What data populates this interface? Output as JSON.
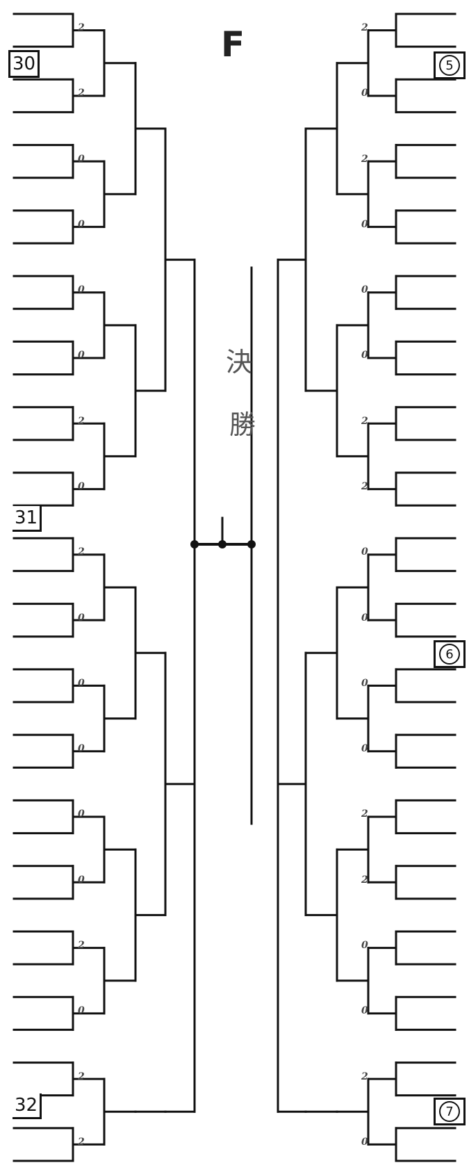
{
  "title": "F",
  "left_seeds": [
    {
      "id": "seed-30",
      "label": "30"
    },
    {
      "id": "seed-31",
      "label": "31"
    },
    {
      "id": "seed-32",
      "label": "32"
    }
  ],
  "right_seeds": [
    {
      "id": "seed-5",
      "label": "5"
    },
    {
      "id": "seed-6",
      "label": "6"
    },
    {
      "id": "seed-7",
      "label": "7"
    }
  ],
  "center_marks": {
    "top": "決",
    "bottom": "勝"
  },
  "score_marks": [
    "2",
    "2",
    "0",
    "0",
    "0",
    "0",
    "2",
    "0",
    "2",
    "0",
    "0",
    "0",
    "0",
    "0",
    "2",
    "0",
    "2",
    "2",
    "2",
    "0",
    "2",
    "0",
    "0",
    "0",
    "2",
    "2",
    "0",
    "0",
    "0",
    "0",
    "2",
    "2",
    "0",
    "0",
    "2",
    "0"
  ]
}
